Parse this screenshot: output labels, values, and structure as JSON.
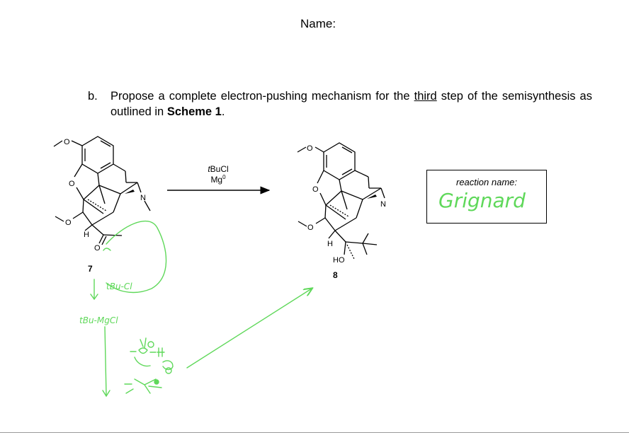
{
  "header": {
    "name_label": "Name:"
  },
  "question": {
    "letter": "b.",
    "text_before": "Propose a complete electron-pushing mechanism for the ",
    "text_underlined": "third",
    "text_middle": " step of the semisynthesis as outlined in ",
    "text_bold": "Scheme 1",
    "text_end": "."
  },
  "reaction": {
    "reagent_1_prefix": "t",
    "reagent_1_rest": "BuCl",
    "reagent_2_base": "Mg",
    "reagent_2_sup": "0",
    "compound_start": "7",
    "compound_product": "8"
  },
  "reaction_name_box": {
    "label": "reaction name:",
    "answer": "Grignard"
  },
  "handwritten": {
    "step_1": "tBu-Cl",
    "step_2": "tBu-MgCl",
    "color": "#5fd85a"
  },
  "atom_labels": {
    "oxygen": "O",
    "nitrogen": "N",
    "hydrogen": "H",
    "hydroxyl": "HO"
  }
}
